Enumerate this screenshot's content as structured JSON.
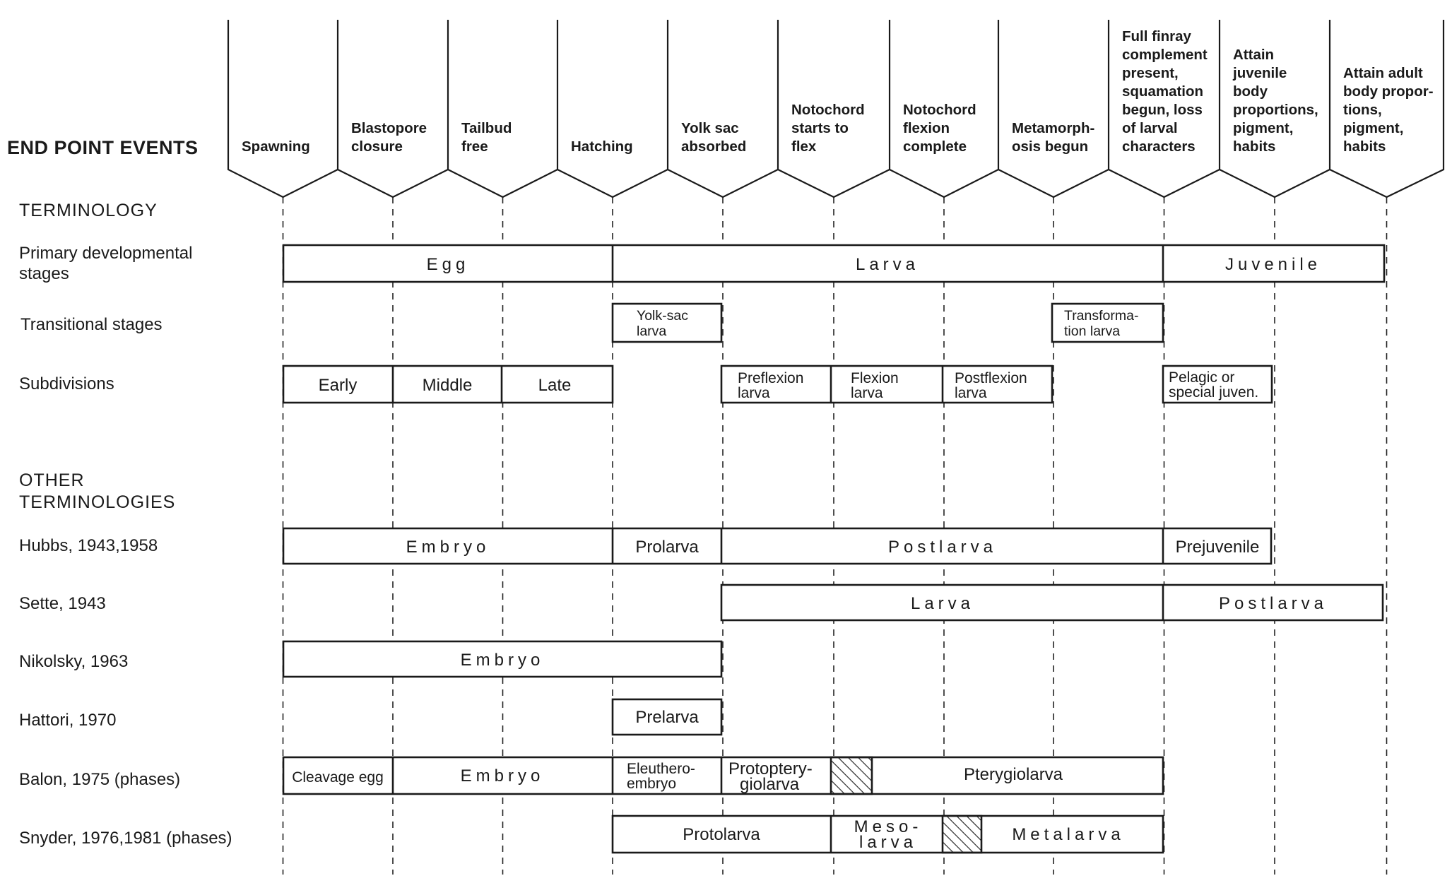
{
  "header": {
    "end_point_events": "END POINT EVENTS"
  },
  "events": [
    {
      "lines": [
        "Spawning"
      ]
    },
    {
      "lines": [
        "Blastopore",
        "closure"
      ]
    },
    {
      "lines": [
        "Tailbud",
        "free"
      ]
    },
    {
      "lines": [
        "Hatching"
      ]
    },
    {
      "lines": [
        "Yolk sac",
        "absorbed"
      ]
    },
    {
      "lines": [
        "Notochord",
        "starts to",
        "flex"
      ]
    },
    {
      "lines": [
        "Notochord",
        "flexion",
        "complete"
      ]
    },
    {
      "lines": [
        "Metamorph-",
        "osis begun"
      ]
    },
    {
      "lines": [
        "Full finray",
        "complement",
        "present,",
        "squamation",
        "begun, loss",
        "of larval",
        "characters"
      ]
    },
    {
      "lines": [
        "Attain",
        "juvenile",
        "body",
        "proportions,",
        "pigment,",
        "habits"
      ]
    },
    {
      "lines": [
        "Attain adult",
        "body propor-",
        "tions,",
        "pigment,",
        "habits"
      ]
    }
  ],
  "sections": {
    "terminology": "TERMINOLOGY",
    "other_1": "OTHER",
    "other_2": "TERMINOLOGIES"
  },
  "rows": [
    {
      "id": "primary",
      "label": [
        "Primary developmental",
        "stages"
      ]
    },
    {
      "id": "transitional",
      "label": [
        "Transitional stages"
      ]
    },
    {
      "id": "subdivisions",
      "label": [
        "Subdivisions"
      ]
    },
    {
      "id": "hubbs",
      "label": [
        "Hubbs, 1943,1958"
      ]
    },
    {
      "id": "sette",
      "label": [
        "Sette, 1943"
      ]
    },
    {
      "id": "nikolsky",
      "label": [
        "Nikolsky, 1963"
      ]
    },
    {
      "id": "hattori",
      "label": [
        "Hattori, 1970"
      ]
    },
    {
      "id": "balon",
      "label": [
        "Balon, 1975 (phases)"
      ]
    },
    {
      "id": "snyder",
      "label": [
        "Snyder, 1976,1981 (phases)"
      ]
    }
  ],
  "boxes": {
    "egg": "Egg",
    "larva": "Larva",
    "juvenile": "Juvenile",
    "yolk_sac_larva": [
      "Yolk-sac",
      "larva"
    ],
    "transformation_larva": [
      "Transforma-",
      "tion larva"
    ],
    "early": "Early",
    "middle": "Middle",
    "late": "Late",
    "preflexion_larva": [
      "Preflexion",
      "larva"
    ],
    "flexion_larva": [
      "Flexion",
      "larva"
    ],
    "postflexion_larva": [
      "Postflexion",
      "larva"
    ],
    "pelagic_juven": [
      "Pelagic or",
      "special juven."
    ],
    "hubbs_embryo": "Embryo",
    "hubbs_prolarva": "Prolarva",
    "hubbs_postlarva": "Postlarva",
    "hubbs_prejuvenile": "Prejuvenile",
    "sette_larva": "Larva",
    "sette_postlarva": "Postlarva",
    "nikolsky_embryo": "Embryo",
    "hattori_prelarva": "Prelarva",
    "balon_cleavage_egg": "Cleavage egg",
    "balon_embryo": "Embryo",
    "balon_eleuthero": [
      "Eleuthero-",
      "embryo"
    ],
    "balon_protoptery": [
      "Protoptery-",
      "giolarva"
    ],
    "balon_pterygiolarva": "Pterygiolarva",
    "snyder_protolarva": "Protolarva",
    "snyder_mesolarva": [
      "Meso-",
      "larva"
    ],
    "snyder_metalarva": "Metalarva"
  }
}
